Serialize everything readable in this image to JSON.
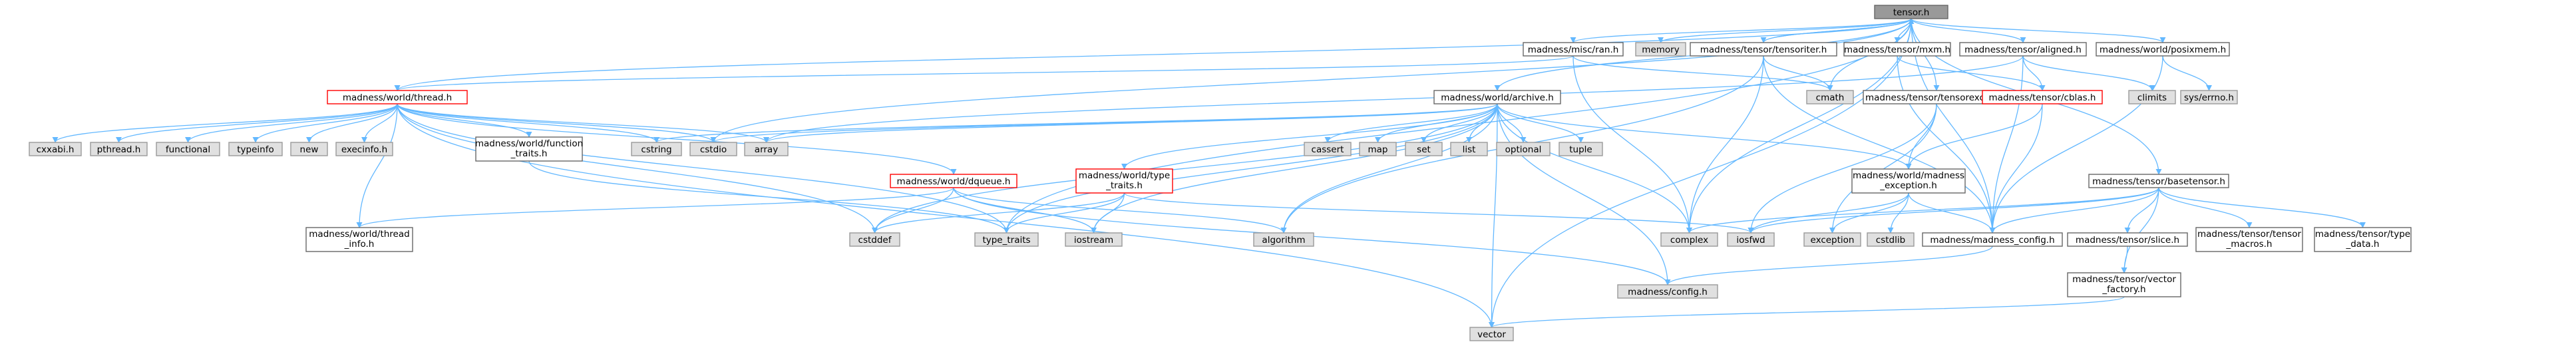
{
  "colors": {
    "edge": "#63b8ff",
    "node_fill": "#ffffff",
    "node_stroke": "#666666",
    "missing_fill": "#e0e0e0",
    "missing_stroke": "#999999",
    "root_fill": "#999999",
    "truncated_stroke": "#ff0000"
  },
  "nodes": [
    {
      "id": "tensor",
      "label": [
        "tensor.h"
      ],
      "kind": "root"
    },
    {
      "id": "ran",
      "label": [
        "madness/misc/ran.h"
      ],
      "kind": "normal"
    },
    {
      "id": "memory",
      "label": [
        "memory"
      ],
      "kind": "system"
    },
    {
      "id": "tensoriter",
      "label": [
        "madness/tensor/tensoriter.h"
      ],
      "kind": "normal"
    },
    {
      "id": "mxm",
      "label": [
        "madness/tensor/mxm.h"
      ],
      "kind": "normal"
    },
    {
      "id": "aligned",
      "label": [
        "madness/tensor/aligned.h"
      ],
      "kind": "normal"
    },
    {
      "id": "posixmem",
      "label": [
        "madness/world/posixmem.h"
      ],
      "kind": "normal"
    },
    {
      "id": "thread",
      "label": [
        "madness/world/thread.h"
      ],
      "kind": "truncated"
    },
    {
      "id": "archive",
      "label": [
        "madness/world/archive.h"
      ],
      "kind": "normal"
    },
    {
      "id": "cmath",
      "label": [
        "cmath"
      ],
      "kind": "system"
    },
    {
      "id": "tensorexcept",
      "label": [
        "madness/tensor/tensorexcept.h"
      ],
      "kind": "normal"
    },
    {
      "id": "cblas",
      "label": [
        "madness/tensor/cblas.h"
      ],
      "kind": "truncated"
    },
    {
      "id": "climits",
      "label": [
        "climits"
      ],
      "kind": "system"
    },
    {
      "id": "syserrno",
      "label": [
        "sys/errno.h"
      ],
      "kind": "system"
    },
    {
      "id": "cxxabi",
      "label": [
        "cxxabi.h"
      ],
      "kind": "system"
    },
    {
      "id": "pthread",
      "label": [
        "pthread.h"
      ],
      "kind": "system"
    },
    {
      "id": "functional",
      "label": [
        "functional"
      ],
      "kind": "system"
    },
    {
      "id": "typeinfo",
      "label": [
        "typeinfo"
      ],
      "kind": "system"
    },
    {
      "id": "new",
      "label": [
        "new"
      ],
      "kind": "system"
    },
    {
      "id": "execinfo",
      "label": [
        "execinfo.h"
      ],
      "kind": "system"
    },
    {
      "id": "function_traits",
      "label": [
        "madness/world/function",
        "_traits.h"
      ],
      "kind": "normal"
    },
    {
      "id": "cstring",
      "label": [
        "cstring"
      ],
      "kind": "system"
    },
    {
      "id": "cstdio",
      "label": [
        "cstdio"
      ],
      "kind": "system"
    },
    {
      "id": "array",
      "label": [
        "array"
      ],
      "kind": "system"
    },
    {
      "id": "dqueue",
      "label": [
        "madness/world/dqueue.h"
      ],
      "kind": "truncated"
    },
    {
      "id": "type_traits_h",
      "label": [
        "madness/world/type",
        "_traits.h"
      ],
      "kind": "truncated"
    },
    {
      "id": "cassert",
      "label": [
        "cassert"
      ],
      "kind": "system"
    },
    {
      "id": "map",
      "label": [
        "map"
      ],
      "kind": "system"
    },
    {
      "id": "set",
      "label": [
        "set"
      ],
      "kind": "system"
    },
    {
      "id": "list",
      "label": [
        "list"
      ],
      "kind": "system"
    },
    {
      "id": "optional",
      "label": [
        "optional"
      ],
      "kind": "system"
    },
    {
      "id": "tuple",
      "label": [
        "tuple"
      ],
      "kind": "system"
    },
    {
      "id": "madness_exception",
      "label": [
        "madness/world/madness",
        "_exception.h"
      ],
      "kind": "normal"
    },
    {
      "id": "basetensor",
      "label": [
        "madness/tensor/basetensor.h"
      ],
      "kind": "normal"
    },
    {
      "id": "thread_info",
      "label": [
        "madness/world/thread",
        "_info.h"
      ],
      "kind": "normal"
    },
    {
      "id": "cstddef",
      "label": [
        "cstddef"
      ],
      "kind": "system"
    },
    {
      "id": "type_traits",
      "label": [
        "type_traits"
      ],
      "kind": "system"
    },
    {
      "id": "iostream",
      "label": [
        "iostream"
      ],
      "kind": "system"
    },
    {
      "id": "algorithm",
      "label": [
        "algorithm"
      ],
      "kind": "system"
    },
    {
      "id": "complex",
      "label": [
        "complex"
      ],
      "kind": "system"
    },
    {
      "id": "iosfwd",
      "label": [
        "iosfwd"
      ],
      "kind": "system"
    },
    {
      "id": "exception",
      "label": [
        "exception"
      ],
      "kind": "system"
    },
    {
      "id": "cstdlib",
      "label": [
        "cstdlib"
      ],
      "kind": "system"
    },
    {
      "id": "madness_config",
      "label": [
        "madness/madness_config.h"
      ],
      "kind": "normal"
    },
    {
      "id": "slice",
      "label": [
        "madness/tensor/slice.h"
      ],
      "kind": "normal"
    },
    {
      "id": "tensor_macros",
      "label": [
        "madness/tensor/tensor",
        "_macros.h"
      ],
      "kind": "normal"
    },
    {
      "id": "type_data",
      "label": [
        "madness/tensor/type",
        "_data.h"
      ],
      "kind": "normal"
    },
    {
      "id": "config",
      "label": [
        "madness/config.h"
      ],
      "kind": "system"
    },
    {
      "id": "vector_factory",
      "label": [
        "madness/tensor/vector",
        "_factory.h"
      ],
      "kind": "normal"
    },
    {
      "id": "vector",
      "label": [
        "vector"
      ],
      "kind": "system"
    }
  ],
  "edges": [
    [
      "tensor",
      "ran"
    ],
    [
      "tensor",
      "memory"
    ],
    [
      "tensor",
      "tensoriter"
    ],
    [
      "tensor",
      "mxm"
    ],
    [
      "tensor",
      "aligned"
    ],
    [
      "tensor",
      "posixmem"
    ],
    [
      "tensor",
      "tensorexcept"
    ],
    [
      "tensor",
      "archive"
    ],
    [
      "tensor",
      "cmath"
    ],
    [
      "tensor",
      "complex"
    ],
    [
      "tensor",
      "madness_config"
    ],
    [
      "tensor",
      "basetensor"
    ],
    [
      "tensor",
      "vector"
    ],
    [
      "tensor",
      "cstdio"
    ],
    [
      "tensor",
      "thread"
    ],
    [
      "tensor",
      "type_traits"
    ],
    [
      "ran",
      "thread"
    ],
    [
      "ran",
      "complex"
    ],
    [
      "ran",
      "cmath"
    ],
    [
      "tensoriter",
      "tensor"
    ],
    [
      "tensoriter",
      "cmath"
    ],
    [
      "tensoriter",
      "complex"
    ],
    [
      "tensoriter",
      "madness_config"
    ],
    [
      "tensoriter",
      "algorithm"
    ],
    [
      "mxm",
      "madness_config"
    ],
    [
      "mxm",
      "cblas"
    ],
    [
      "aligned",
      "cblas"
    ],
    [
      "aligned",
      "climits"
    ],
    [
      "aligned",
      "madness_config"
    ],
    [
      "aligned",
      "array"
    ],
    [
      "posixmem",
      "syserrno"
    ],
    [
      "posixmem",
      "madness_config"
    ],
    [
      "thread",
      "cxxabi"
    ],
    [
      "thread",
      "pthread"
    ],
    [
      "thread",
      "functional"
    ],
    [
      "thread",
      "typeinfo"
    ],
    [
      "thread",
      "new"
    ],
    [
      "thread",
      "execinfo"
    ],
    [
      "thread",
      "function_traits"
    ],
    [
      "thread",
      "cstring"
    ],
    [
      "thread",
      "cstdio"
    ],
    [
      "thread",
      "array"
    ],
    [
      "thread",
      "dqueue"
    ],
    [
      "thread",
      "thread_info"
    ],
    [
      "thread",
      "cstddef"
    ],
    [
      "thread",
      "type_traits"
    ],
    [
      "thread",
      "vector"
    ],
    [
      "archive",
      "cstring"
    ],
    [
      "archive",
      "cstdio"
    ],
    [
      "archive",
      "array"
    ],
    [
      "archive",
      "type_traits_h"
    ],
    [
      "archive",
      "cassert"
    ],
    [
      "archive",
      "map"
    ],
    [
      "archive",
      "set"
    ],
    [
      "archive",
      "list"
    ],
    [
      "archive",
      "optional"
    ],
    [
      "archive",
      "tuple"
    ],
    [
      "archive",
      "madness_exception"
    ],
    [
      "archive",
      "cstddef"
    ],
    [
      "archive",
      "iostream"
    ],
    [
      "archive",
      "algorithm"
    ],
    [
      "archive",
      "complex"
    ],
    [
      "archive",
      "config"
    ],
    [
      "archive",
      "vector"
    ],
    [
      "archive",
      "type_traits"
    ],
    [
      "tensorexcept",
      "madness_exception"
    ],
    [
      "tensorexcept",
      "iosfwd"
    ],
    [
      "tensorexcept",
      "exception"
    ],
    [
      "cblas",
      "madness_config"
    ],
    [
      "cblas",
      "madness_exception"
    ],
    [
      "function_traits",
      "type_traits"
    ],
    [
      "dqueue",
      "thread_info"
    ],
    [
      "dqueue",
      "cstddef"
    ],
    [
      "dqueue",
      "algorithm"
    ],
    [
      "dqueue",
      "iostream"
    ],
    [
      "dqueue",
      "config"
    ],
    [
      "type_traits_h",
      "type_traits"
    ],
    [
      "type_traits_h",
      "cstddef"
    ],
    [
      "type_traits_h",
      "iosfwd"
    ],
    [
      "type_traits_h",
      "iostream"
    ],
    [
      "madness_exception",
      "madness_config"
    ],
    [
      "madness_exception",
      "exception"
    ],
    [
      "madness_exception",
      "iosfwd"
    ],
    [
      "madness_exception",
      "cstdlib"
    ],
    [
      "basetensor",
      "madness_config"
    ],
    [
      "basetensor",
      "slice"
    ],
    [
      "basetensor",
      "tensor_macros"
    ],
    [
      "basetensor",
      "type_data"
    ],
    [
      "basetensor",
      "vector_factory"
    ],
    [
      "basetensor",
      "complex"
    ],
    [
      "basetensor",
      "iosfwd"
    ],
    [
      "madness_config",
      "config"
    ],
    [
      "slice",
      "vector_factory"
    ],
    [
      "vector_factory",
      "vector"
    ]
  ]
}
